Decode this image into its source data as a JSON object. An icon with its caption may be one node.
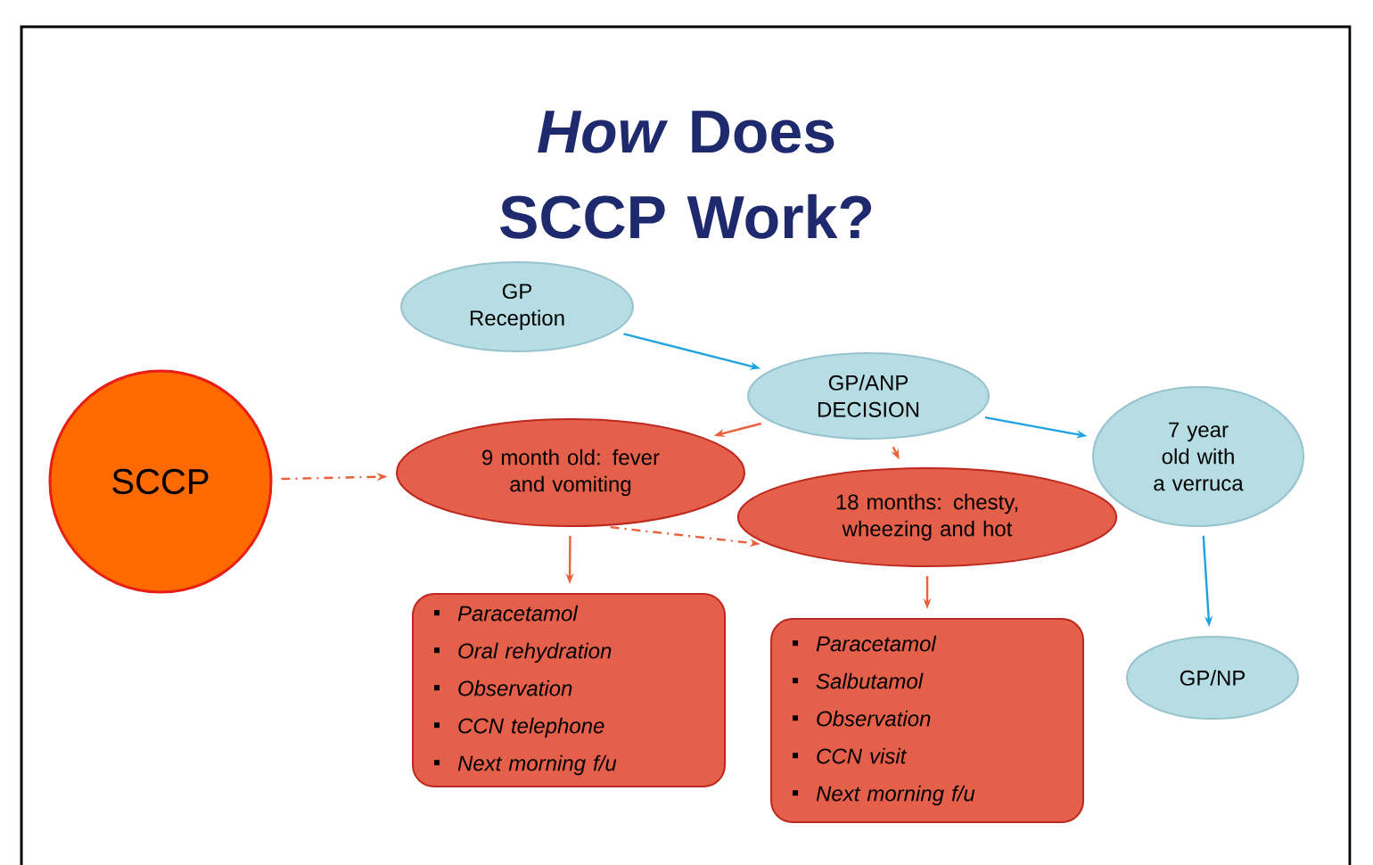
{
  "diagram": {
    "title": "*How* Does SCCP Work?",
    "nodes": [
      {
        "text": [
          "GP Reception"
        ]
      },
      {
        "text": [
          "GP/ANP DECISION"
        ]
      },
      {
        "text": [
          "7 year old with a verruca"
        ]
      },
      {
        "text": [
          "SCCP"
        ]
      },
      {
        "text": [
          "9 month old: fever and vomiting"
        ]
      },
      {
        "text": [
          "18 months:  chesty, wheezing and hot"
        ]
      },
      {
        "text": [
          "Paracetamol",
          "Oral rehydration",
          "Observation",
          "CCN telephone",
          "Next morning f/u"
        ]
      },
      {
        "text": [
          "Paracetamol",
          "Salbutamol",
          "Observation",
          "CCN visit",
          "Next morning f/u"
        ]
      },
      {
        "text": [
          "GP/NP"
        ]
      }
    ],
    "edges": [
      {
        "from": 0,
        "to": 1,
        "arrow": "to",
        "color": "#1fa3e0"
      },
      {
        "from": 1,
        "to": 2,
        "arrow": "to",
        "color": "#1fa3e0"
      },
      {
        "from": 1,
        "to": 4,
        "arrow": "to"
      },
      {
        "from": 1,
        "to": 5,
        "arrow": "to"
      },
      {
        "from": 3,
        "to": 4,
        "arrow": "to",
        "style": "dashed"
      },
      {
        "from": 4,
        "to": 5,
        "arrow": "to",
        "style": "dashed"
      },
      {
        "from": 4,
        "to": 6,
        "arrow": "to"
      },
      {
        "from": 5,
        "to": 7,
        "arrow": "to"
      },
      {
        "from": 2,
        "to": 8,
        "arrow": "to",
        "color": "#1fa3e0"
      }
    ]
  }
}
